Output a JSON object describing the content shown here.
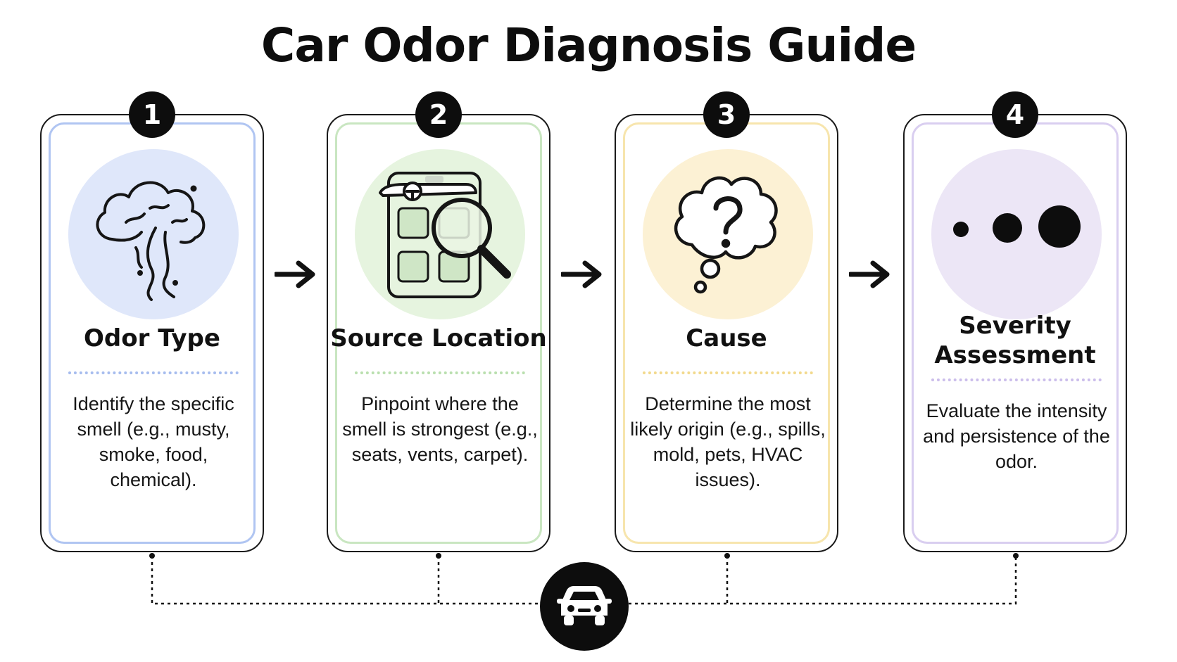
{
  "title": "Car Odor Diagnosis Guide",
  "steps": [
    {
      "number": "1",
      "title": "Odor Type",
      "description": "Identify the specific smell (e.g., musty, smoke, food, chemical).",
      "color": "#6f95e8",
      "halo": "#dfe7fa",
      "icon": "odor-cloud-icon"
    },
    {
      "number": "2",
      "title": "Source Location",
      "description": "Pinpoint where the smell is strongest (e.g., seats, vents, carpet).",
      "color": "#9dd28e",
      "halo": "#e6f4df",
      "icon": "car-interior-magnifier-icon"
    },
    {
      "number": "3",
      "title": "Cause",
      "description": "Determine the most likely origin (e.g., spills, mold, pets, HVAC issues).",
      "color": "#f0cf6a",
      "halo": "#fcf1d4",
      "icon": "question-thought-icon"
    },
    {
      "number": "4",
      "title": "Severity Assessment",
      "description": "Evaluate the intensity and persistence of the odor.",
      "color": "#b9a6e3",
      "halo": "#ece6f6",
      "icon": "severity-dots-icon"
    }
  ],
  "arrow_icon": "arrow-right-icon",
  "hub_icon": "car-icon"
}
